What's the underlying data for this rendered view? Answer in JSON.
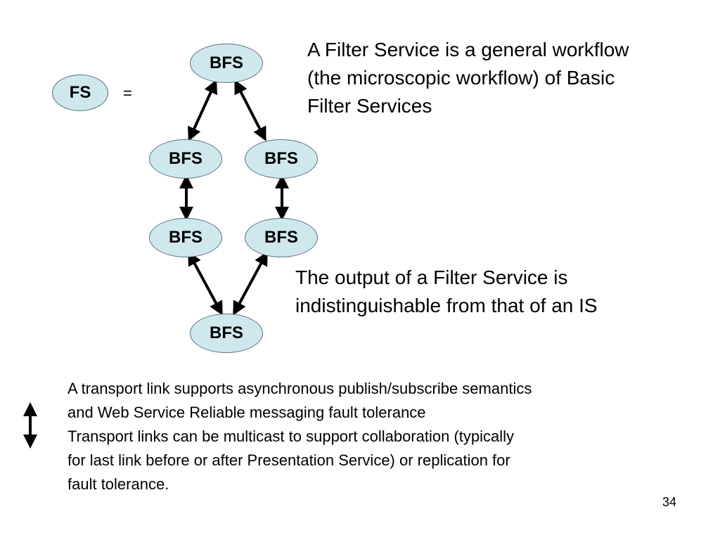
{
  "diagram": {
    "fs_label": "FS",
    "equals": "=",
    "bfs_top": "BFS",
    "bfs_mid_left": "BFS",
    "bfs_mid_right": "BFS",
    "bfs_low_left": "BFS",
    "bfs_low_right": "BFS",
    "bfs_bottom": "BFS"
  },
  "descriptions": {
    "filter_service": [
      "A Filter Service is a general workflow",
      "(the microscopic workflow) of Basic",
      "Filter Services"
    ],
    "output": [
      "The output of a Filter Service is",
      "indistinguishable from that of an IS"
    ]
  },
  "legend": {
    "lines": [
      "A transport link supports asynchronous publish/subscribe semantics",
      "and Web Service Reliable messaging fault tolerance",
      "Transport links can be multicast to support collaboration (typically",
      "for last link before or after Presentation Service) or replication for",
      "fault tolerance."
    ]
  },
  "slide_number": "34"
}
